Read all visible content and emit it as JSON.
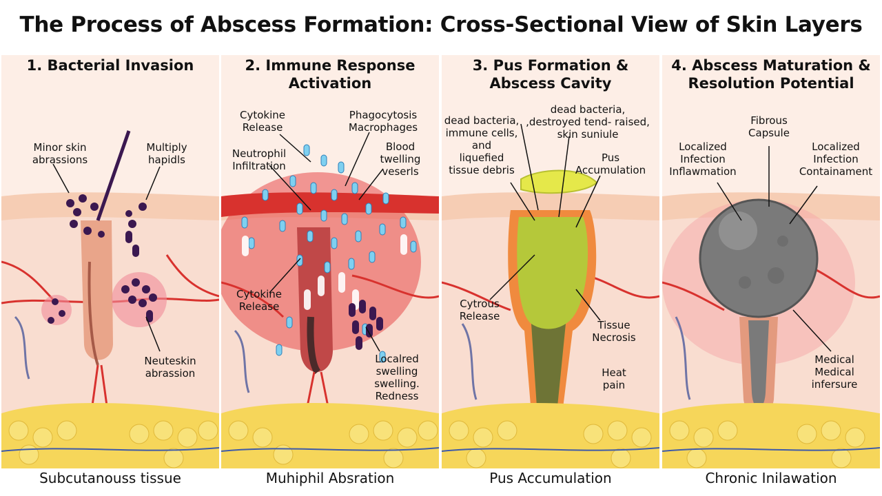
{
  "title": "The Process of Abscess Formation: Cross-Sectional View of Skin Layers",
  "panels": [
    {
      "title": [
        "1. Bacterial Invasion"
      ],
      "labels": {
        "minor": [
          "Minor skin",
          "abrassions"
        ],
        "multiply": [
          "Multiply",
          "hapidls"
        ],
        "neuteskin": [
          "Neuteskin",
          "abrassion"
        ]
      },
      "caption": "Subcutanouss tissue"
    },
    {
      "title": [
        "2. Immune Response",
        "Activation"
      ],
      "labels": {
        "cytokine_top": [
          "Cytokine",
          "Release"
        ],
        "phago": [
          "Phagocytosis",
          "Macrophages"
        ],
        "neutrophil": [
          "Neutrophil",
          "Infiltration"
        ],
        "blood": [
          "Blood",
          "twelling",
          "veserls"
        ],
        "cytokine_bottom": [
          "Cytokine",
          "Release"
        ],
        "localred": [
          "Localred",
          "swelling",
          "swelling.",
          "Redness"
        ]
      },
      "caption": "Muhiphil Absration"
    },
    {
      "title": [
        "3. Pus Formation &",
        "Abscess Cavity"
      ],
      "labels": {
        "dead1": [
          "dead bacteria,",
          "immune cells,",
          "and",
          "liquefied",
          "tissue debris"
        ],
        "dead2": [
          "dead bacteria,",
          ",destroyed tend- raised,",
          "skin suniule"
        ],
        "pus": [
          "Pus",
          "Accumulation"
        ],
        "cytrous": [
          "Cytrous",
          "Release"
        ],
        "tissue": [
          "Tissue",
          "Necrosis"
        ],
        "heat": [
          "Heat",
          "pain"
        ]
      },
      "caption": "Pus Accumulation"
    },
    {
      "title": [
        "4. Abscess Maturation &",
        "Resolution Potential"
      ],
      "labels": {
        "fibrous": [
          "Fibrous",
          "Capsule"
        ],
        "local_inflam": [
          "Localized",
          "Infection",
          "Inflawmation"
        ],
        "local_contain": [
          "Localized",
          "Infection",
          "Containament"
        ],
        "medical": [
          "Medical",
          "Medical",
          "infersure"
        ]
      },
      "caption": "Chronic Inilawation"
    }
  ],
  "colors": {
    "epidermis": "#f6cdb4",
    "dermis": "#f9ddd0",
    "fat": "#f6d65a",
    "vessel": "#d8322e",
    "bacteria": "#3b1850",
    "pus": "#b8c83a",
    "capsule": "#7a7a7a"
  }
}
